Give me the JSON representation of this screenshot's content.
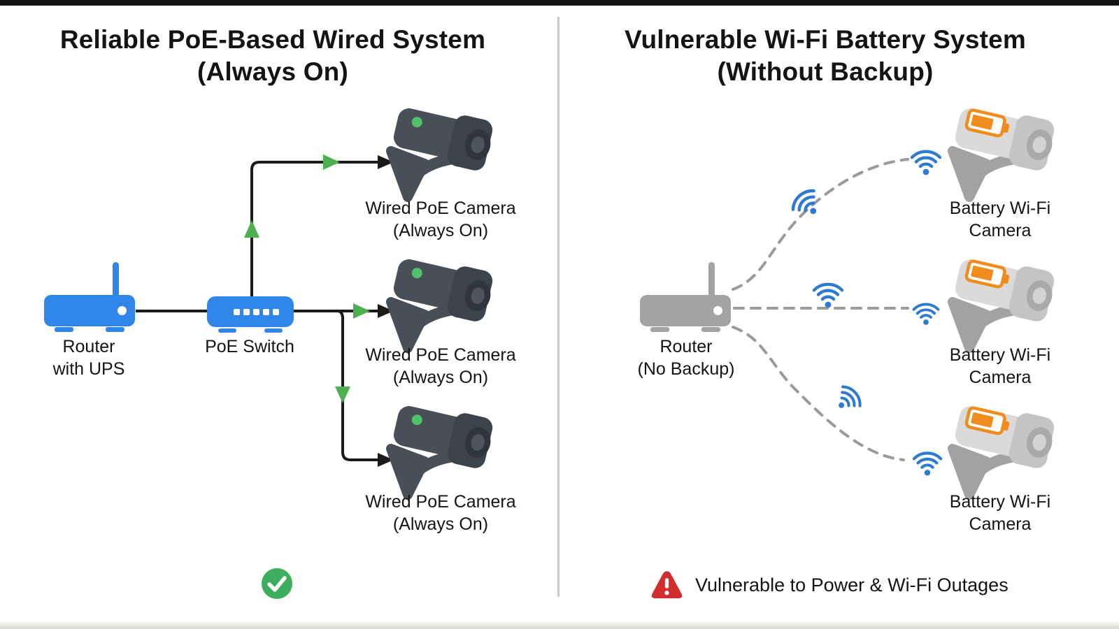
{
  "diagram": {
    "left": {
      "title": [
        "Reliable PoE-Based Wired System",
        "(Always On)"
      ],
      "router_label": [
        "Router",
        "with UPS"
      ],
      "switch_label": "PoE Switch",
      "cameras": [
        {
          "label": [
            "Wired PoE Camera",
            "(Always On)"
          ]
        },
        {
          "label": [
            "Wired PoE Camera",
            "(Always On)"
          ]
        },
        {
          "label": [
            "Wired PoE Camera",
            "(Always On)"
          ]
        }
      ],
      "status_icon": "check-circle"
    },
    "right": {
      "title": [
        "Vulnerable Wi-Fi Battery System",
        "(Without Backup)"
      ],
      "router_label": [
        "Router",
        "(No Backup)"
      ],
      "cameras": [
        {
          "label": [
            "Battery Wi-Fi",
            "Camera"
          ]
        },
        {
          "label": [
            "Battery Wi-Fi",
            "Camera"
          ]
        },
        {
          "label": [
            "Battery Wi-Fi",
            "Camera"
          ]
        }
      ],
      "warning_icon": "warning-triangle",
      "warning_text": "Vulnerable to Power & Wi-Fi Outages"
    }
  },
  "colors": {
    "device-blue": "#2f86e8",
    "device-gray": "#a3a3a3",
    "wifi-blue": "#2c7bd0",
    "link-black": "#1b1b1b",
    "arrow-green": "#4caf50",
    "check-green": "#3cae5d",
    "warning-red": "#d02f2f",
    "battery-orange": "#f08c1e",
    "cam-dark-body": "#484f57",
    "cam-light-body": "#dadad8",
    "led-green": "#4fc36a",
    "dash-gray": "#9a9a9a",
    "text": "#141414",
    "divider": "#c9c9c9"
  }
}
